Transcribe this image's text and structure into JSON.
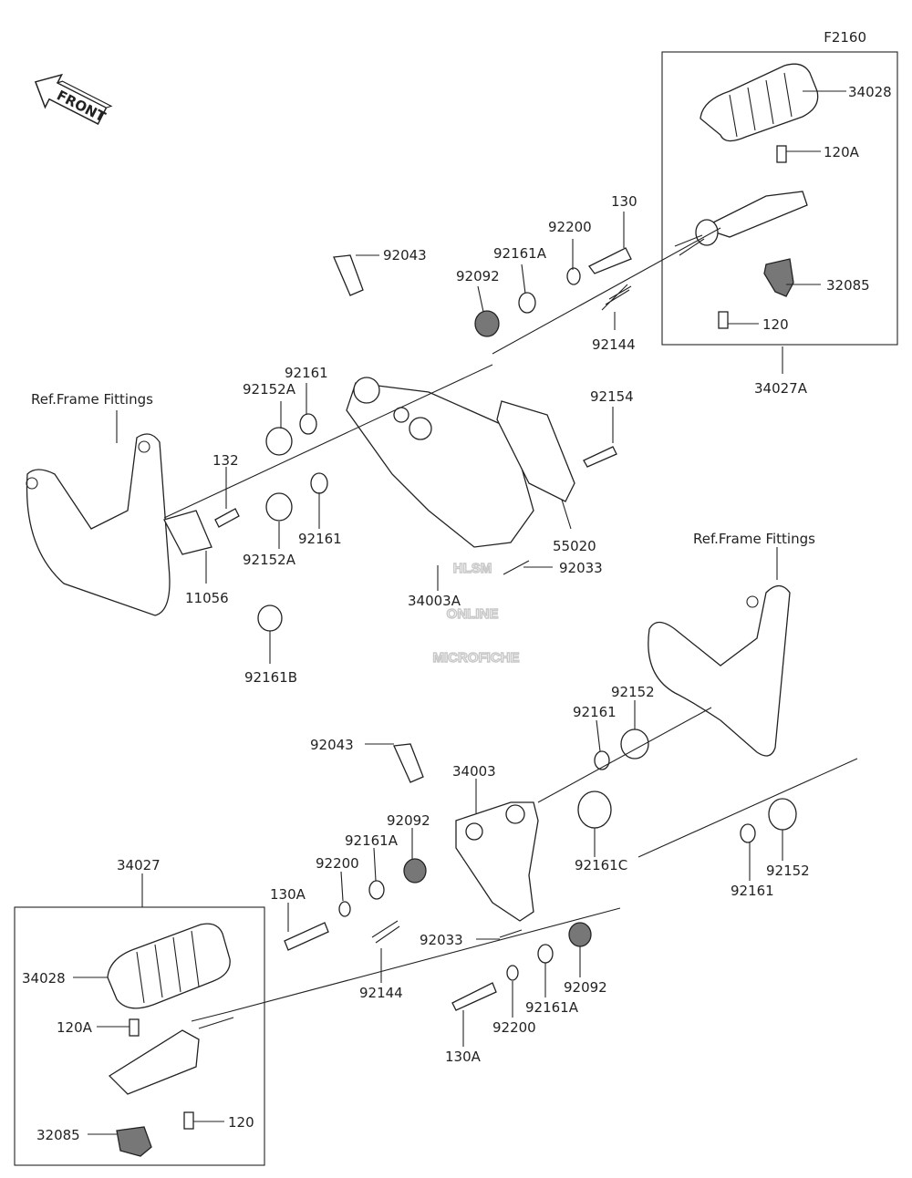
{
  "diagram_id": "F2160",
  "front_label": "FRONT",
  "ref_labels": {
    "frame_top": "Ref.Frame Fittings",
    "frame_right": "Ref.Frame Fittings"
  },
  "watermark": {
    "line1": "HLSM",
    "line2": "ONLINE",
    "line3": "MICROFICHE"
  },
  "labels": {
    "p34028_top": "34028",
    "p120A_top": "120A",
    "p130": "130",
    "p92200_top": "92200",
    "p92161A_top": "92161A",
    "p92092_top": "92092",
    "p92043_top": "92043",
    "p32085_top": "32085",
    "p120_top": "120",
    "p92144_top": "92144",
    "p34027A": "34027A",
    "p92161_a": "92161",
    "p92152A_a": "92152A",
    "p92154": "92154",
    "p132": "132",
    "p92161_b": "92161",
    "p92152A_b": "92152A",
    "p11056": "11056",
    "p55020": "55020",
    "p92033_top": "92033",
    "p34003A": "34003A",
    "p92161B": "92161B",
    "p92152_top": "92152",
    "p92161_c": "92161",
    "p92043_bot": "92043",
    "p34003": "34003",
    "p92092_mid": "92092",
    "p92161A_mid": "92161A",
    "p92200_mid": "92200",
    "p34027": "34027",
    "p130A_top": "130A",
    "p92161C": "92161C",
    "p92161_d": "92161",
    "p92152_bot": "92152",
    "p34028_bot": "34028",
    "p92033_bot": "92033",
    "p92144_bot": "92144",
    "p120A_bot": "120A",
    "p92092_bot": "92092",
    "p92161A_bot": "92161A",
    "p92200_bot": "92200",
    "p130A_bot": "130A",
    "p120_bot": "120",
    "p32085_bot": "32085"
  }
}
